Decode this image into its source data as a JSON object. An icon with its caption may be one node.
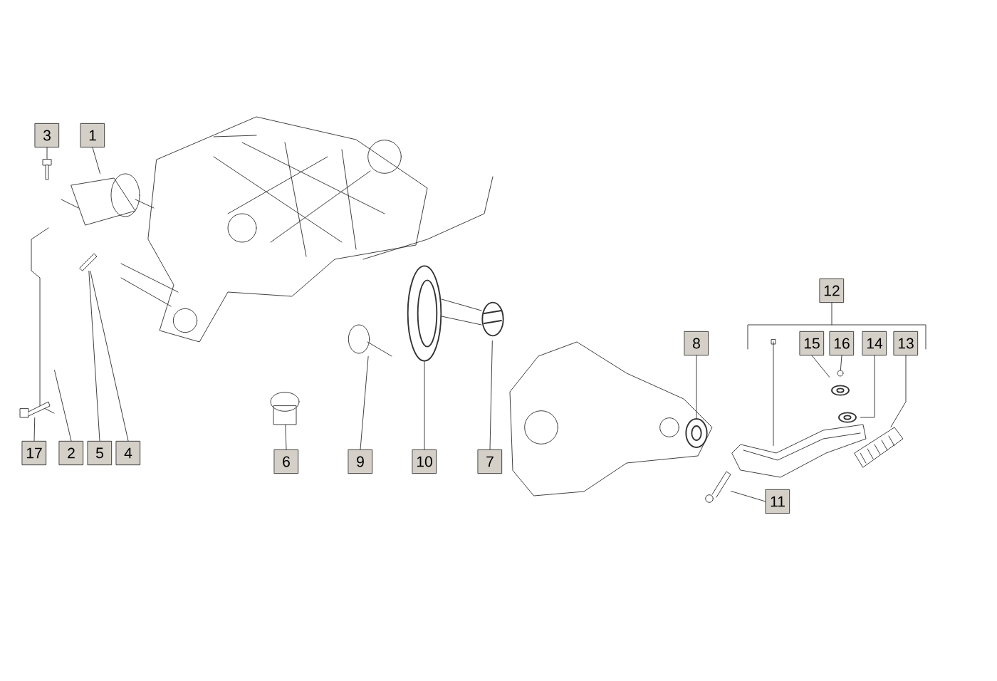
{
  "diagram": {
    "nodes": [
      {
        "text": [
          "3"
        ]
      },
      {
        "text": [
          "1"
        ]
      },
      {
        "text": [
          "12"
        ]
      },
      {
        "text": [
          "8"
        ]
      },
      {
        "text": [
          "15"
        ]
      },
      {
        "text": [
          "16"
        ]
      },
      {
        "text": [
          "14"
        ]
      },
      {
        "text": [
          "13"
        ]
      },
      {
        "text": [
          "17"
        ]
      },
      {
        "text": [
          "2"
        ]
      },
      {
        "text": [
          "5"
        ]
      },
      {
        "text": [
          "4"
        ]
      },
      {
        "text": [
          "6"
        ]
      },
      {
        "text": [
          "9"
        ]
      },
      {
        "text": [
          "10"
        ]
      },
      {
        "text": [
          "7"
        ]
      },
      {
        "text": [
          "11"
        ]
      },
      {
        "text": [],
        "shape": "picture"
      },
      {
        "text": [],
        "shape": "picture"
      },
      {
        "text": [],
        "shape": "picture"
      },
      {
        "text": [],
        "shape": "picture"
      },
      {
        "text": [],
        "shape": "picture"
      },
      {
        "text": [],
        "shape": "picture"
      },
      {
        "text": [],
        "shape": "picture"
      },
      {
        "text": [],
        "shape": "picture"
      },
      {
        "text": [],
        "shape": "picture"
      },
      {
        "text": [],
        "shape": "picture"
      },
      {
        "text": [],
        "shape": "picture"
      },
      {
        "text": [],
        "shape": "picture"
      },
      {
        "text": [],
        "shape": "picture"
      },
      {
        "text": [],
        "shape": "picture"
      },
      {
        "text": [],
        "shape": "picture"
      },
      {
        "text": [],
        "shape": "picture"
      }
    ],
    "edges": [
      {
        "from": 0,
        "to": 17,
        "arrow": "none"
      },
      {
        "from": 1,
        "to": 18,
        "arrow": "none"
      },
      {
        "from": 3,
        "to": 26,
        "arrow": "none"
      },
      {
        "from": 4,
        "to": 28,
        "arrow": "none"
      },
      {
        "from": 5,
        "to": 29,
        "arrow": "none"
      },
      {
        "from": 6,
        "to": 30,
        "arrow": "none"
      },
      {
        "from": 7,
        "to": 31,
        "arrow": "none"
      },
      {
        "from": 8,
        "to": 20,
        "arrow": "none"
      },
      {
        "from": 9,
        "to": 19,
        "arrow": "none"
      },
      {
        "from": 10,
        "to": 21,
        "arrow": "none"
      },
      {
        "from": 11,
        "to": 21,
        "arrow": "none"
      },
      {
        "from": 12,
        "to": 22,
        "arrow": "none"
      },
      {
        "from": 13,
        "to": 23,
        "arrow": "none"
      },
      {
        "from": 14,
        "to": 24,
        "arrow": "none"
      },
      {
        "from": 15,
        "to": 25,
        "arrow": "none"
      },
      {
        "from": 16,
        "to": 27,
        "arrow": "none"
      }
    ]
  }
}
